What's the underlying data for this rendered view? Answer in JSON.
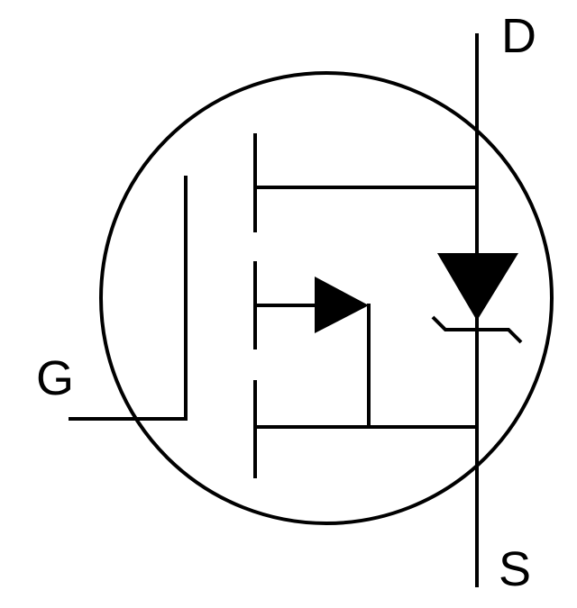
{
  "diagram": {
    "type": "mosfet-schematic-symbol",
    "terminals": {
      "drain": "D",
      "gate": "G",
      "source": "S"
    },
    "colors": {
      "stroke": "#000000",
      "background": "#ffffff"
    }
  }
}
